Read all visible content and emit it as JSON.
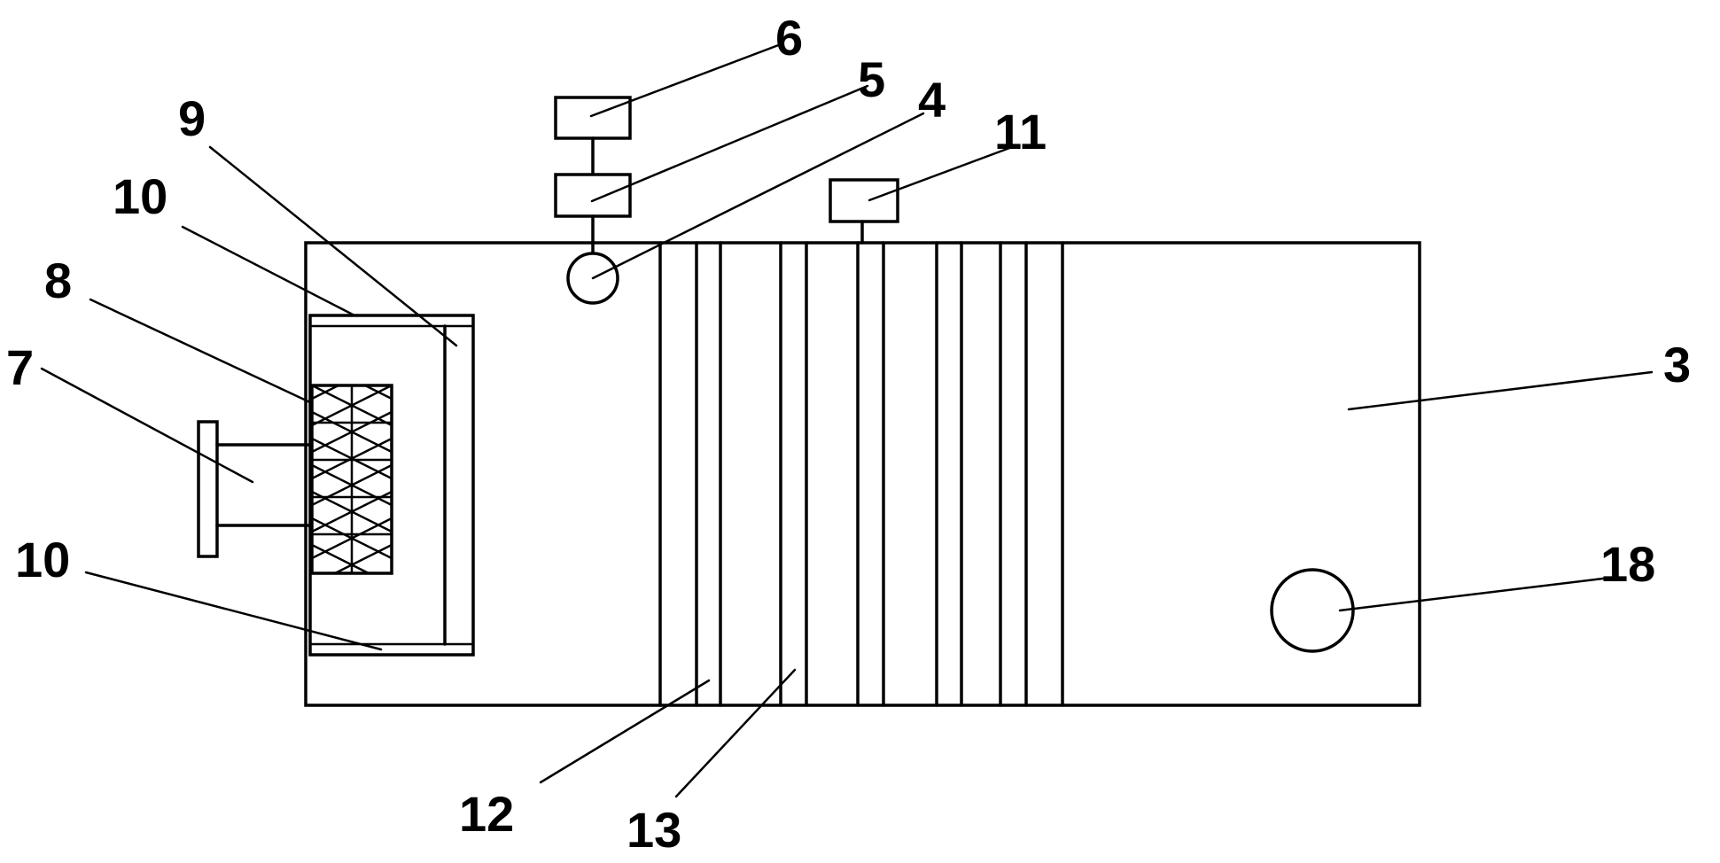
{
  "callouts": {
    "c3": "3",
    "c4": "4",
    "c5": "5",
    "c6": "6",
    "c7": "7",
    "c8": "8",
    "c9": "9",
    "c10_top": "10",
    "c10_bottom": "10",
    "c11": "11",
    "c12": "12",
    "c13": "13",
    "c18": "18"
  }
}
